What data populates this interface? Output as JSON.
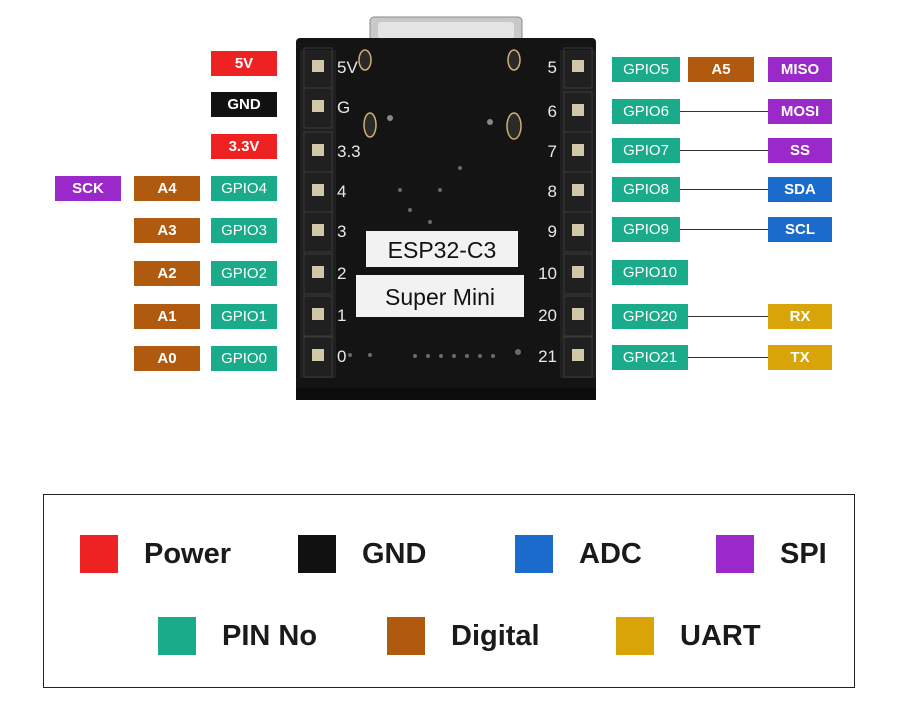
{
  "board": {
    "chip_label": "ESP32-C3",
    "module_label": "Super Mini",
    "silk_left": [
      "5V",
      "G",
      "3.3",
      "4",
      "3",
      "2",
      "1",
      "0"
    ],
    "silk_right": [
      "5",
      "6",
      "7",
      "8",
      "9",
      "10",
      "20",
      "21"
    ]
  },
  "left_labels": {
    "power_5v": "5V",
    "gnd": "GND",
    "power_3v3": "3.3V",
    "sck": "SCK",
    "a4": "A4",
    "gpio4": "GPIO4",
    "a3": "A3",
    "gpio3": "GPIO3",
    "a2": "A2",
    "gpio2": "GPIO2",
    "a1": "A1",
    "gpio1": "GPIO1",
    "a0": "A0",
    "gpio0": "GPIO0"
  },
  "right_labels": {
    "gpio5": "GPIO5",
    "a5": "A5",
    "miso": "MISO",
    "gpio6": "GPIO6",
    "mosi": "MOSI",
    "gpio7": "GPIO7",
    "ss": "SS",
    "gpio8": "GPIO8",
    "sda": "SDA",
    "gpio9": "GPIO9",
    "scl": "SCL",
    "gpio10": "GPIO10",
    "gpio20": "GPIO20",
    "rx": "RX",
    "gpio21": "GPIO21",
    "tx": "TX"
  },
  "legend": {
    "power": "Power",
    "gnd": "GND",
    "adc": "ADC",
    "spi": "SPI",
    "pin_no": "PIN No",
    "digital": "Digital",
    "uart": "UART"
  },
  "colors": {
    "power": "#ee2222",
    "gnd": "#111111",
    "adc": "#1b6bcc",
    "spi": "#9b28c9",
    "pin_no": "#1aab8a",
    "digital": "#b05a10",
    "uart": "#d9a408"
  }
}
